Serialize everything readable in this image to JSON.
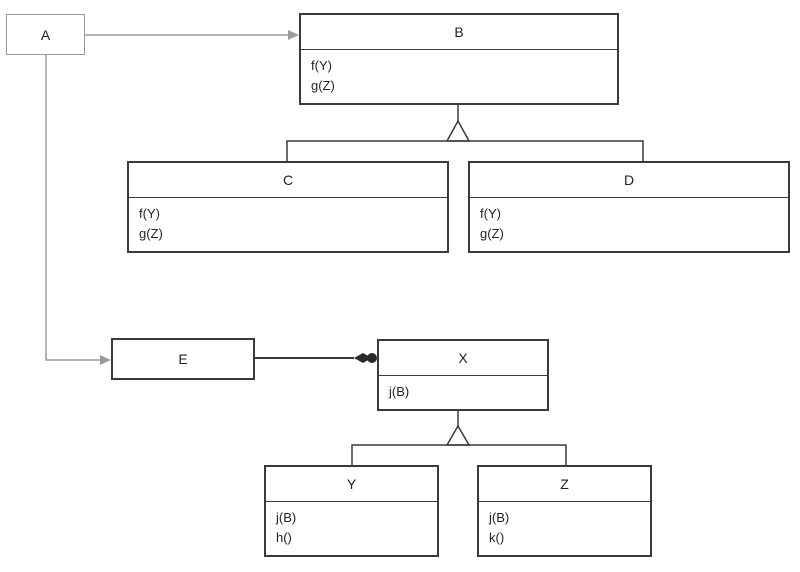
{
  "diagram": {
    "nodes": {
      "A": {
        "label": "A"
      },
      "B": {
        "label": "B",
        "methods": [
          "f(Y)",
          "g(Z)"
        ]
      },
      "C": {
        "label": "C",
        "methods": [
          "f(Y)",
          "g(Z)"
        ]
      },
      "D": {
        "label": "D",
        "methods": [
          "f(Y)",
          "g(Z)"
        ]
      },
      "E": {
        "label": "E"
      },
      "X": {
        "label": "X",
        "methods": [
          "j(B)"
        ]
      },
      "Y": {
        "label": "Y",
        "methods": [
          "j(B)",
          "h()"
        ]
      },
      "Z": {
        "label": "Z",
        "methods": [
          "j(B)",
          "k()"
        ]
      }
    },
    "edges": [
      {
        "from": "A",
        "to": "B",
        "kind": "association"
      },
      {
        "from": "A",
        "to": "E",
        "kind": "association"
      },
      {
        "from": "E",
        "to": "X",
        "kind": "composition"
      },
      {
        "from": "C",
        "to": "B",
        "kind": "inheritance"
      },
      {
        "from": "D",
        "to": "B",
        "kind": "inheritance"
      },
      {
        "from": "Y",
        "to": "X",
        "kind": "inheritance"
      },
      {
        "from": "Z",
        "to": "X",
        "kind": "inheritance"
      }
    ],
    "colors": {
      "line": "#3a3a3a",
      "light_line": "#9a9a9a"
    }
  }
}
